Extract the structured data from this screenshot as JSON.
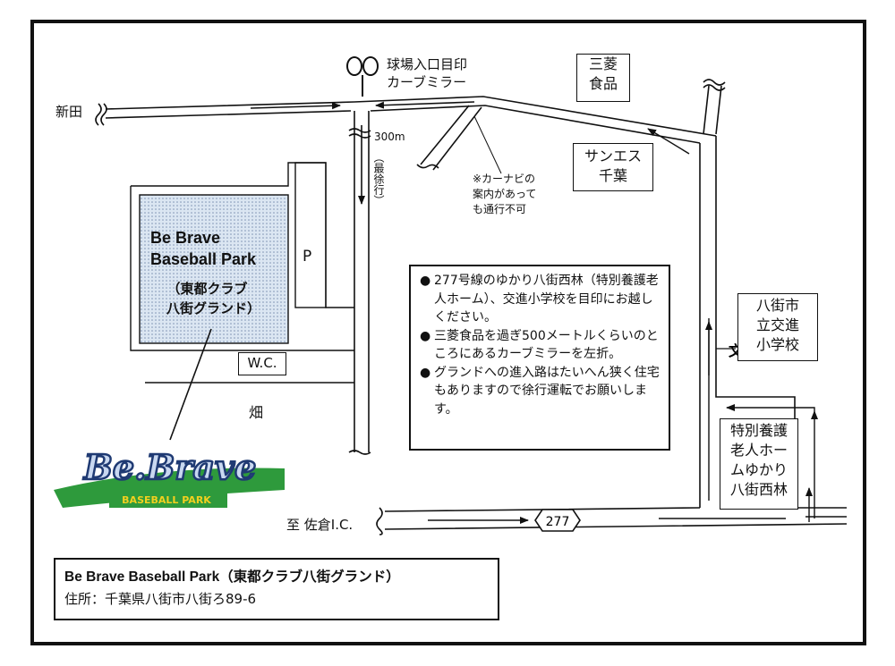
{
  "park": {
    "name_line1": "Be Brave",
    "name_line2": "Baseball Park",
    "sub_line1": "（東都クラブ",
    "sub_line2": "八街グランド）"
  },
  "parking_label": "P",
  "wc_label": "W.C.",
  "field_label": "畑",
  "logo": {
    "main": "Be.Brave",
    "sub": "BASEBALL PARK"
  },
  "places": {
    "shinden": "新田",
    "curve_mirror_line1": "球場入口目印",
    "curve_mirror_line2": "カーブミラー",
    "distance": "300m",
    "slow_drive": "（最徐行）",
    "navi_note": [
      "※カーナビの",
      "案内があって",
      "も通行不可"
    ],
    "mitsubishi": [
      "三菱",
      "食品"
    ],
    "sanesu": [
      "サンエス",
      "千葉"
    ],
    "school": [
      "八街市",
      "立交進",
      "小学校"
    ],
    "school_icon": "文",
    "nursing_home": [
      "特別養護",
      "老人ホー",
      "ムゆかり",
      "八街西林"
    ],
    "sakura_ic": "至 佐倉I.C.",
    "route": "277"
  },
  "notes": [
    "277号線のゆかり八街西林（特別養護老人ホーム）、交進小学校を目印にお越しください。",
    "三菱食品を過ぎ500メートルくらいのところにあるカーブミラーを左折。",
    "グランドへの進入路はたいへん狭く住宅もありますので徐行運転でお願いします。"
  ],
  "note_bullet": "●",
  "address": {
    "name": "Be Brave Baseball Park（東都クラブ八街グランド）",
    "line": "住所：千葉県八街市八街ろ89-6"
  },
  "colors": {
    "field_fill": "#dfe8f3",
    "logo_green": "#2e9a3c",
    "logo_navy": "#1f3a73",
    "logo_yellow": "#f2d01e"
  }
}
